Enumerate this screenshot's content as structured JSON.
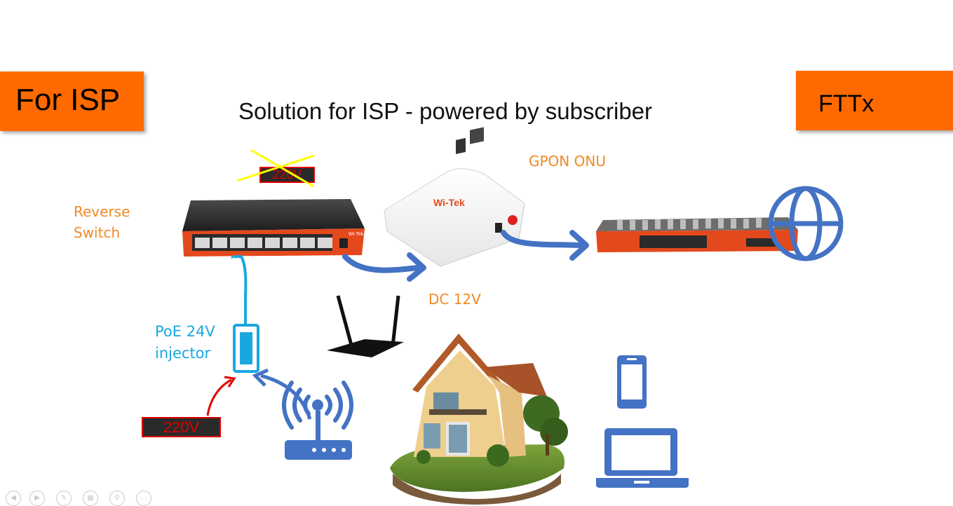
{
  "slide": {
    "title": "Solution for ISP - powered by subscriber",
    "tag_left": "For ISP",
    "tag_right": "FTTx"
  },
  "labels": {
    "reverse_switch_line1": "Reverse",
    "reverse_switch_line2": "Switch",
    "gpon_onu": "GPON ONU",
    "dc_12v": "DC 12V",
    "poe_line1": "PoE 24V",
    "poe_line2": "injector",
    "v220_crossed": "220V",
    "v220": "220V",
    "brand": "Wi-Tek"
  },
  "colors": {
    "tag_orange": "#ff6a00",
    "label_orange": "#f08a24",
    "poe_blue": "#1aa7e0",
    "arrow_blue": "#4472c4",
    "red": "#e10000",
    "cross_yellow": "#ffff00"
  },
  "icons": [
    "globe-icon",
    "smartphone-icon",
    "laptop-icon",
    "router-icon",
    "wifi-icon",
    "house-image"
  ]
}
